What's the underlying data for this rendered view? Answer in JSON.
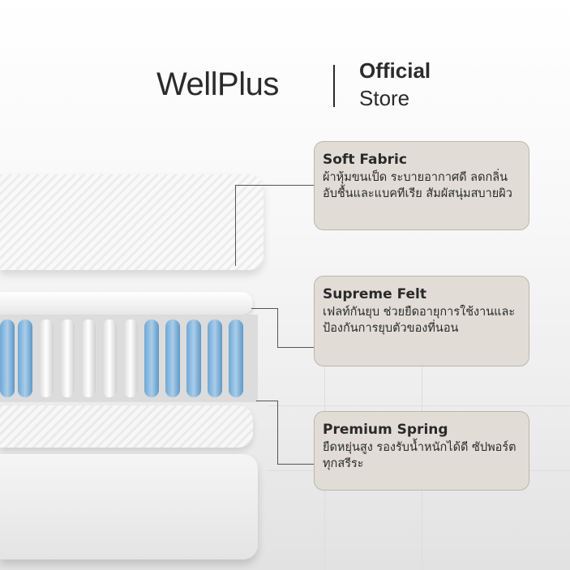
{
  "brand": {
    "name": "WellPlus",
    "official": "Official",
    "store": "Store"
  },
  "features": [
    {
      "title": "Soft Fabric",
      "description": "ผ้าหุ้มขนเป็ด ระบายอากาศดี ลดกลิ่นอับชื้นและแบคทีเรีย สัมผัสนุ่มสบายผิว"
    },
    {
      "title": "Supreme Felt",
      "description": "เฟลท์กันยุบ ช่วยยืดอายุการใช้งานและป้องกันการยุบตัวของที่นอน"
    },
    {
      "title": "Premium Spring",
      "description": "ยืดหยุ่นสูง รองรับน้ำหนักได้ดี ซัปพอร์ตทุกสรีระ"
    }
  ],
  "colors": {
    "callout_bg": "#e1ddd6",
    "spring_blue": "#6fa8d6",
    "text": "#2a2a2a"
  }
}
